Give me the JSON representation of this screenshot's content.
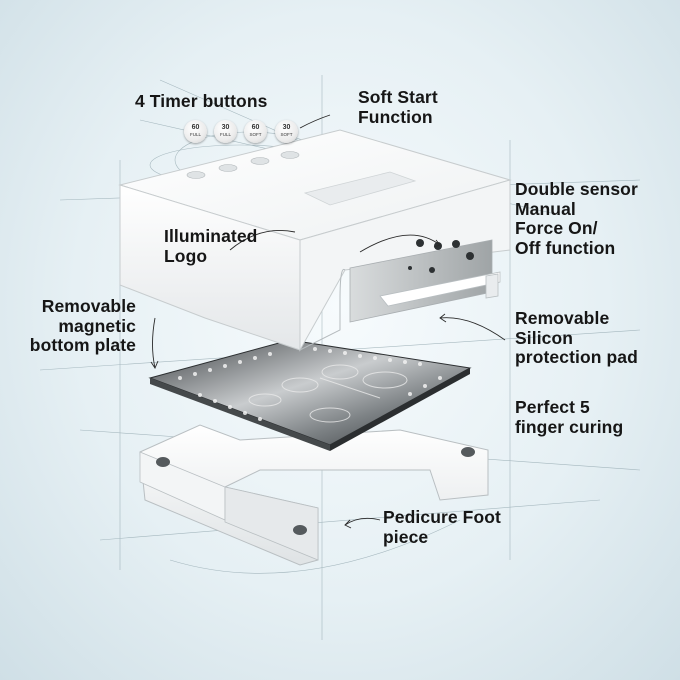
{
  "labels": {
    "timer_buttons": "4 Timer buttons",
    "soft_start": "Soft Start\nFunction",
    "double_sensor": "Double sensor\nManual\nForce On/\nOff function",
    "illuminated_logo": "Illuminated\nLogo",
    "bottom_plate": "Removable\nmagnetic\nbottom plate",
    "silicon_pad": "Removable\nSilicon\nprotection pad",
    "finger_curing": "Perfect 5\nfinger curing",
    "pedicure_piece": "Pedicure Foot\npiece"
  },
  "timer_buttons": [
    {
      "value": "60",
      "mode": "FULL"
    },
    {
      "value": "30",
      "mode": "FULL"
    },
    {
      "value": "60",
      "mode": "SOFT"
    },
    {
      "value": "30",
      "mode": "SOFT"
    }
  ],
  "colors": {
    "label_text": "#161616",
    "device_body": "#ffffff",
    "plate_metal": "#8f9497",
    "background": "#e6f0f4"
  },
  "icons": {
    "arrow": "curved-pointer-arrow"
  }
}
